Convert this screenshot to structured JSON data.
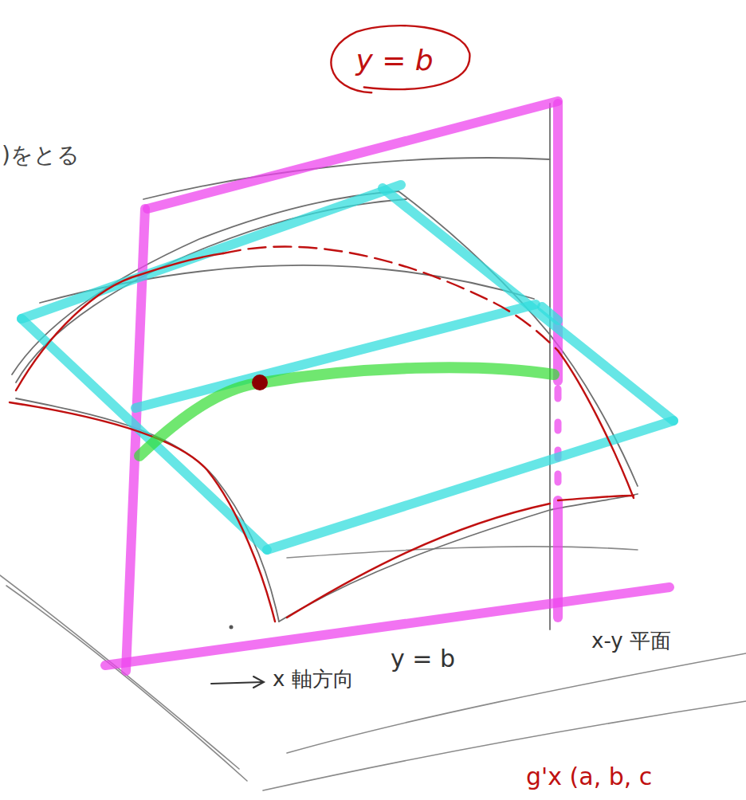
{
  "diagram": {
    "nodes": [
      {
        "text": [
          "y = b"
        ]
      }
    ],
    "labels": [
      ")をとる",
      "y = b",
      "x-y 平面",
      "x 軸方向",
      "g'x (a, b, c"
    ]
  }
}
